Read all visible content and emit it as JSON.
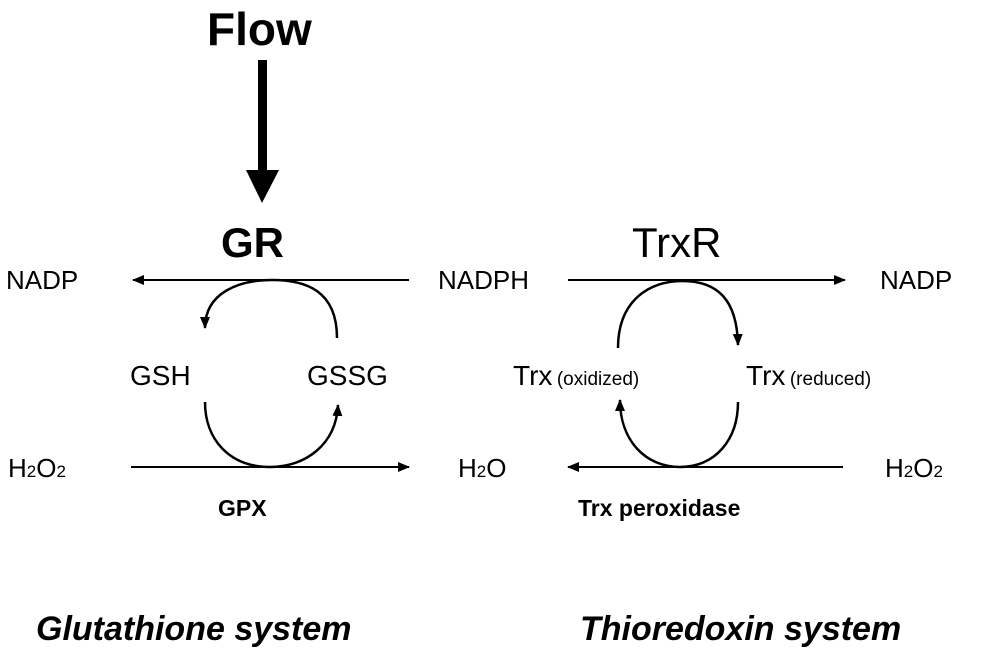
{
  "flow_label": "Flow",
  "glutathione": {
    "enzyme_top": "GR",
    "nadp_left": "NADP",
    "gsh": "GSH",
    "gssg": "GSSG",
    "h2o2_left": {
      "base1": "H",
      "sub1": "2",
      "base2": "O",
      "sub2": "2"
    },
    "enzyme_bottom": "GPX",
    "system_title": "Glutathione system"
  },
  "shared": {
    "nadph": "NADPH",
    "h2o": {
      "base1": "H",
      "sub1": "2",
      "base2": "O"
    }
  },
  "thioredoxin": {
    "enzyme_top": "TrxR",
    "nadp_right": "NADP",
    "trx_oxidized": {
      "name": "Trx",
      "state": "(oxidized)"
    },
    "trx_reduced": {
      "name": "Trx",
      "state": "(reduced)"
    },
    "h2o2_right": {
      "base1": "H",
      "sub1": "2",
      "base2": "O",
      "sub2": "2"
    },
    "enzyme_bottom": "Trx peroxidase",
    "system_title": "Thioredoxin system"
  }
}
